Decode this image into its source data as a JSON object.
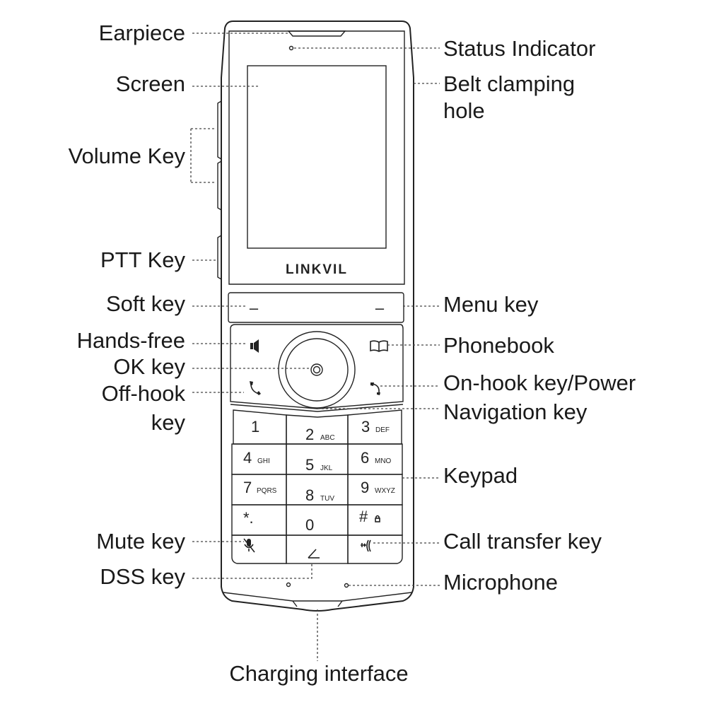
{
  "brand": "LINKVIL",
  "callouts": {
    "earpiece": "Earpiece",
    "screen": "Screen",
    "volume_key": "Volume Key",
    "ptt_key": "PTT Key",
    "soft_key": "Soft key",
    "hands_free": "Hands-free",
    "ok_key": "OK key",
    "off_hook_line1": "Off-hook",
    "off_hook_line2": "key",
    "mute_key": "Mute key",
    "dss_key": "DSS key",
    "status_indicator": "Status Indicator",
    "belt_line1": "Belt clamping",
    "belt_line2": "hole",
    "menu_key": "Menu key",
    "phonebook": "Phonebook",
    "on_hook": "On-hook key/Power",
    "navigation_key": "Navigation key",
    "keypad": "Keypad",
    "call_transfer_key": "Call transfer key",
    "microphone": "Microphone",
    "charging_interface": "Charging interface"
  },
  "soft_keys": {
    "left": "–",
    "right": "–"
  },
  "keypad": {
    "k1": {
      "num": "1",
      "sub": ""
    },
    "k2": {
      "num": "2",
      "sub": "ABC"
    },
    "k3": {
      "num": "3",
      "sub": "DEF"
    },
    "k4": {
      "num": "4",
      "sub": "GHI"
    },
    "k5": {
      "num": "5",
      "sub": "JKL"
    },
    "k6": {
      "num": "6",
      "sub": "MNO"
    },
    "k7": {
      "num": "7",
      "sub": "PQRS"
    },
    "k8": {
      "num": "8",
      "sub": "TUV"
    },
    "k9": {
      "num": "9",
      "sub": "WXYZ"
    },
    "kstar": {
      "num": "*.",
      "sub": ""
    },
    "k0": {
      "num": "0",
      "sub": ""
    },
    "khash": {
      "num": "#",
      "sub": ""
    }
  },
  "icons": {
    "hands_free": "speaker-icon",
    "phonebook": "book-icon",
    "off_hook": "phone-offhook-icon",
    "on_hook": "phone-onhook-icon",
    "ok": "ok-center-icon",
    "mute": "mic-mute-icon",
    "dss": "dss-angle-icon",
    "transfer": "call-transfer-icon",
    "lock": "lock-icon"
  }
}
